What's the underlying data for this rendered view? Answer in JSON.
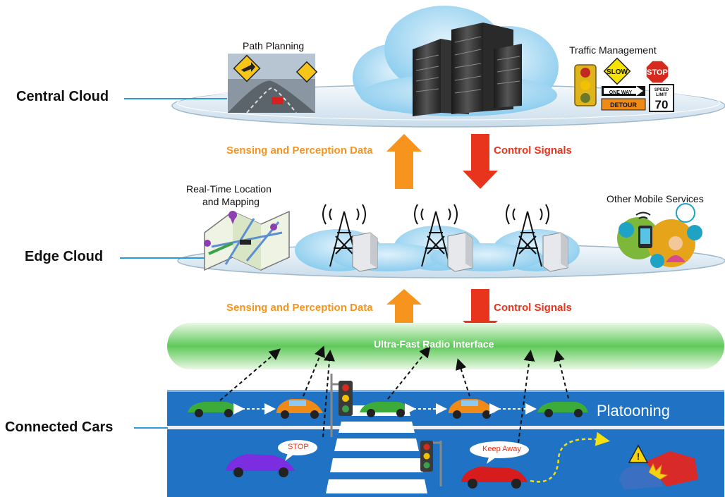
{
  "layers": {
    "central": "Central Cloud",
    "edge": "Edge Cloud",
    "cars": "Connected Cars"
  },
  "services": {
    "path_planning": "Path Planning",
    "traffic_management": "Traffic Management",
    "realtime_location_line1": "Real-Time Location",
    "realtime_location_line2": "and Mapping",
    "other_mobile": "Other Mobile Services"
  },
  "flows": {
    "up": "Sensing and Perception Data",
    "down": "Control Signals"
  },
  "radio": "Ultra-Fast Radio Interface",
  "platooning": "Platooning",
  "bubbles": {
    "stop": "STOP",
    "keep_away": "Keep Away"
  },
  "signs": {
    "slow": "SLOW",
    "stop": "STOP",
    "one_way": "ONE WAY",
    "detour": "DETOUR",
    "speed_limit_line1": "SPEED",
    "speed_limit_line2": "LIMIT",
    "speed_limit_value": "70"
  },
  "colors": {
    "up_arrow": "#f7941d",
    "down_arrow": "#e8341c",
    "road": "#1f72c4",
    "radio": "#7ed27a",
    "layer_line": "#2b9bd6"
  }
}
